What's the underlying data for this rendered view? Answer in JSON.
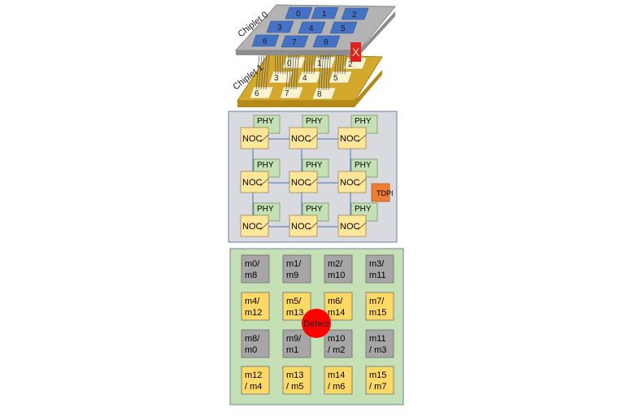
{
  "stack": {
    "top_label": "Chiplet 0",
    "bottom_label": "Chiplet 1",
    "top_tiles": [
      "0",
      "1",
      "2",
      "3",
      "4",
      "5",
      "6",
      "7",
      "8"
    ],
    "bottom_tiles": [
      "0",
      "1",
      "2",
      "3",
      "4",
      "5",
      "6",
      "7",
      "8"
    ],
    "fault_mark": "X",
    "colors": {
      "top_board": "#a6a6a6",
      "top_tile": "#4472c4",
      "bottom_board": "#d4a82a",
      "bottom_tile": "#fdf3cf",
      "fault": "#e02020"
    }
  },
  "noc_diagram": {
    "router_label": "NOC",
    "phy_label": "PHY",
    "tdpi_label": "TDPI",
    "colors": {
      "panel": "#d9d9e0",
      "noc": "#ffe699",
      "phy": "#c5e0b4",
      "tdpi": "#ed7d31"
    }
  },
  "memory_map": {
    "rows": [
      [
        {
          "l1": "m0/",
          "l2": "m8",
          "c": "gray"
        },
        {
          "l1": "m1/",
          "l2": "m9",
          "c": "gray"
        },
        {
          "l1": "m2/",
          "l2": "m10",
          "c": "gray"
        },
        {
          "l1": "m3/",
          "l2": "m11",
          "c": "gray"
        }
      ],
      [
        {
          "l1": "m4/",
          "l2": "m12",
          "c": "yellow"
        },
        {
          "l1": "m5/",
          "l2": "m13",
          "c": "yellow"
        },
        {
          "l1": "m6/",
          "l2": "m14",
          "c": "yellow"
        },
        {
          "l1": "m7/",
          "l2": "m15",
          "c": "yellow"
        }
      ],
      [
        {
          "l1": "m8/",
          "l2": "m0",
          "c": "gray"
        },
        {
          "l1": "m9/",
          "l2": "m1",
          "c": "gray"
        },
        {
          "l1": "m10",
          "l2": "/ m2",
          "c": "gray"
        },
        {
          "l1": "m11",
          "l2": "/ m3",
          "c": "gray"
        }
      ],
      [
        {
          "l1": "m12",
          "l2": "/ m4",
          "c": "yellow"
        },
        {
          "l1": "m13",
          "l2": "/ m5",
          "c": "yellow"
        },
        {
          "l1": "m14",
          "l2": "/ m6",
          "c": "yellow"
        },
        {
          "l1": "m15",
          "l2": "/ m7",
          "c": "yellow"
        }
      ]
    ],
    "defect_label": "Defect",
    "colors": {
      "panel": "#c5e0b4",
      "gray": "#a6a6a6",
      "yellow": "#ffd966",
      "defect": "#ff0000"
    }
  }
}
